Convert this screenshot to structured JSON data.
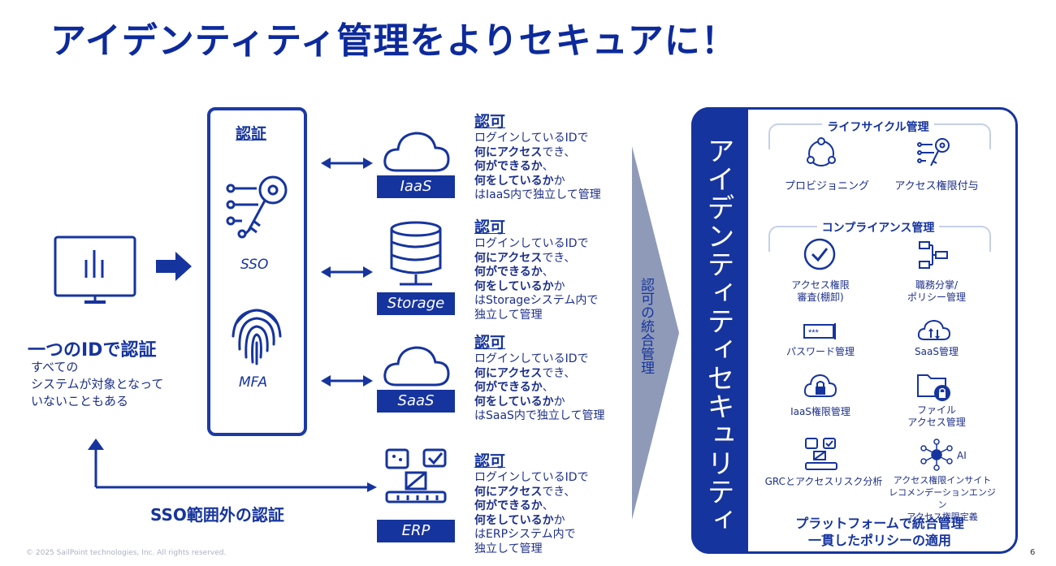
{
  "title": "アイデンティティ管理をよりセキュアに！",
  "left": {
    "heading": "一つのIDで認証",
    "sub": [
      "すべての",
      "システムが対象となって",
      "いないこともある"
    ],
    "sso_outside": "SSO範囲外の認証"
  },
  "auth_box": {
    "title": "認証",
    "sso": "SSO",
    "mfa": "MFA"
  },
  "systems": [
    {
      "label": "IaaS"
    },
    {
      "label": "Storage"
    },
    {
      "label": "SaaS"
    },
    {
      "label": "ERP"
    }
  ],
  "authz": [
    {
      "title": "認可",
      "l1": "ログインしているIDで",
      "l2b": "何にアクセス",
      "l2": "でき、",
      "l3b": "何ができるか",
      "l3": "、",
      "l4b": "何をしているか",
      "l4": "",
      "l5": "はIaaS内で独立して管理",
      "l6": ""
    },
    {
      "title": "認可",
      "l1": "ログインしているIDで",
      "l2b": "何にアクセス",
      "l2": "でき、",
      "l3b": "何ができるか",
      "l3": "、",
      "l4b": "何をしているか",
      "l4": "",
      "l5": "はStorageシステム内で",
      "l6": "独立して管理"
    },
    {
      "title": "認可",
      "l1": "ログインしているIDで",
      "l2b": "何にアクセス",
      "l2": "でき、",
      "l3b": "何ができるか",
      "l3": "、",
      "l4b": "何をしているか",
      "l4": "",
      "l5": "はSaaS内で独立して管理",
      "l6": ""
    },
    {
      "title": "認可",
      "l1": "ログインしているIDで",
      "l2b": "何にアクセス",
      "l2": "でき、",
      "l3b": "何ができるか",
      "l3": "、",
      "l4b": "何をしているか",
      "l4": "",
      "l5": "はERPシステム内で",
      "l6": "独立して管理"
    }
  ],
  "arrow_text": "認可の統合管理",
  "right": {
    "vertical_title": "アイデンティティセキュリティ",
    "lifecycle": {
      "title": "ライフサイクル管理",
      "items": [
        "プロビジョニング",
        "アクセス権限付与"
      ]
    },
    "compliance": {
      "title": "コンプライアンス管理",
      "items": [
        [
          "アクセス権限",
          "審査(棚卸)"
        ],
        [
          "職務分掌/",
          "ポリシー管理"
        ],
        [
          "パスワード管理"
        ],
        [
          "SaaS管理"
        ],
        [
          "IaaS権限管理"
        ],
        [
          "ファイル",
          "アクセス管理"
        ],
        [
          "GRCとアクセスリスク分析"
        ],
        [
          "アクセス権限インサイト",
          "レコメンデーションエンジン",
          "アクセス権限定義"
        ]
      ],
      "ai": "AI"
    },
    "bottom": [
      "プラットフォームで統合管理",
      "一貫したポリシーの適用"
    ]
  },
  "footer": "© 2025 SailPoint technologies, Inc. All rights reserved.",
  "page": "6",
  "colors": {
    "primary": "#16349e",
    "arrow": "#8e9ab8"
  }
}
